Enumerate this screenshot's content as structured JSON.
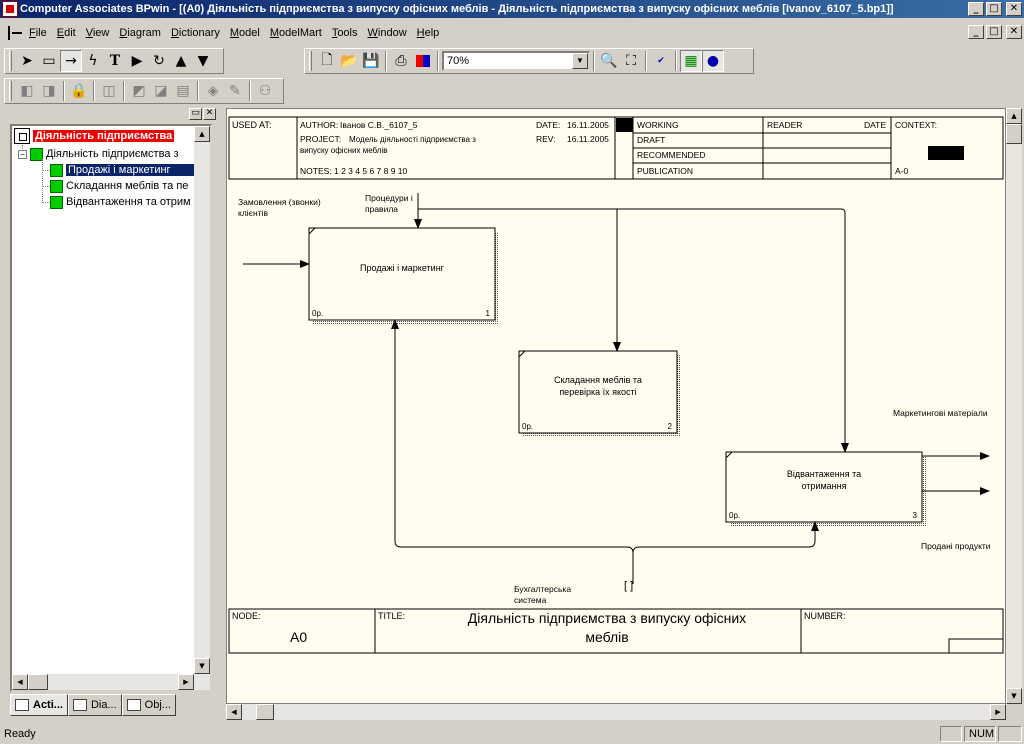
{
  "window": {
    "title": "Computer Associates BPwin - [(A0) Діяльність підприємства  з випуску офісних меблів - Діяльність підприємства з випуску офісних меблів  [Ivanov_6107_5.bp1]]",
    "min": "_",
    "max": "□",
    "close": "✕"
  },
  "menu": [
    {
      "key": "F",
      "rest": "ile"
    },
    {
      "key": "E",
      "rest": "dit"
    },
    {
      "key": "V",
      "rest": "iew"
    },
    {
      "key": "D",
      "rest": "iagram"
    },
    {
      "key": "D",
      "rest": "ictionary"
    },
    {
      "key": "M",
      "rest": "odel"
    },
    {
      "key": "M",
      "rest": "odelMart"
    },
    {
      "key": "T",
      "rest": "ools"
    },
    {
      "key": "W",
      "rest": "indow"
    },
    {
      "key": "H",
      "rest": "elp"
    }
  ],
  "toolbar": {
    "zoom": "70%"
  },
  "tree": {
    "root": "Діяльність підприємства",
    "child": "Діяльність підприємства  з",
    "items": [
      "Продажі і маркетинг",
      "Складання меблів та  пе",
      "Відвантаження та отрим"
    ]
  },
  "panel_tabs": [
    "Acti...",
    "Dia...",
    "Obj..."
  ],
  "frame": {
    "used_at": "USED AT:",
    "author_label": "AUTHOR:",
    "author": "Іванов С.В._6107_5",
    "project_label": "PROJECT:",
    "project_line1": "Модель діяльності підприємства з",
    "project_line2": "випуску офісних меблів",
    "date_label": "DATE:",
    "date": "16.11.2005",
    "rev_label": "REV:",
    "rev": "16.11.2005",
    "notes": "NOTES:  1  2  3  4  5  6  7  8  9  10",
    "working": "WORKING",
    "draft": "DRAFT",
    "recommended": "RECOMMENDED",
    "publication": "PUBLICATION",
    "reader": "READER",
    "date2": "DATE",
    "context": "CONTEXT:",
    "context_node": "A-0",
    "node_label": "NODE:",
    "node": "A0",
    "title_label": "TITLE:",
    "title_line1": "Діяльність підприємства  з випуску офісних",
    "title_line2": "меблів",
    "number_label": "NUMBER:"
  },
  "boxes": [
    {
      "label1": "Продажі і маркетинг",
      "label2": "",
      "cost": "0р.",
      "num": "1"
    },
    {
      "label1": "Складання меблів та",
      "label2": "перевірка їх якості",
      "cost": "0р.",
      "num": "2"
    },
    {
      "label1": "Відвантаження та",
      "label2": "отримання",
      "cost": "0р.",
      "num": "3"
    }
  ],
  "arrows": {
    "orders1": "Замовлення (звонки)",
    "orders2": "клієнтів",
    "procedures1": "Процедури і",
    "procedures2": "правила",
    "marketing": "Маркетингові матеріали",
    "sold": "Продані продукти",
    "accounting1": "Бухгалтерська",
    "accounting2": "система",
    "tunnel": "[ ]"
  },
  "status": {
    "text": "Ready",
    "num": "NUM"
  }
}
